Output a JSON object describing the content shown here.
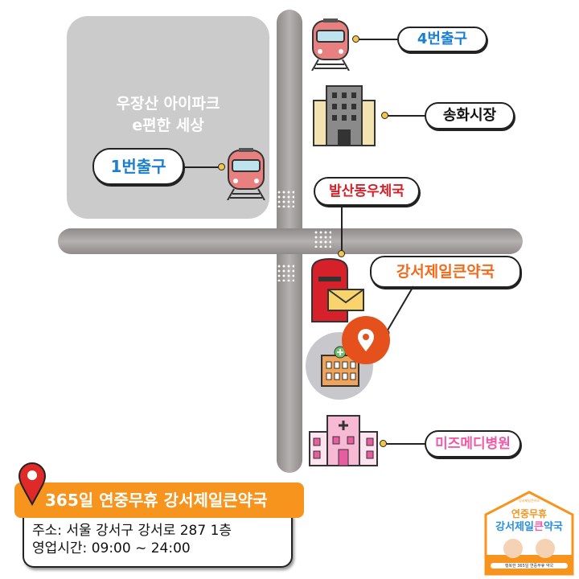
{
  "block": {
    "line1": "우장산 아이파크",
    "line2": "e편한 세상"
  },
  "labels": {
    "exit4": "4번출구",
    "market": "송화시장",
    "exit1": "1번출구",
    "post": "발산동우체국",
    "pharmacy": "강서제일큰약국",
    "hospital": "미즈메디병원"
  },
  "colors": {
    "exit": "#1a7fd0",
    "post": "#d6202a",
    "pharmacy": "#f26b1d",
    "hospital": "#f05aa8",
    "orange": "#f7941d"
  },
  "card": {
    "title": "365일 연중무휴 강서제일큰약국",
    "address": "주소: 서울 강서구 강서로 287 1층",
    "hours": "영업시간: 09:00 ~ 24:00"
  },
  "logo": {
    "top": "강서제일큰약국",
    "line1": "연중무휴",
    "line2a": "강서제일",
    "line2b": "큰",
    "line2c": "약국",
    "bottom": "행복한 365일 연중무휴 약국"
  }
}
